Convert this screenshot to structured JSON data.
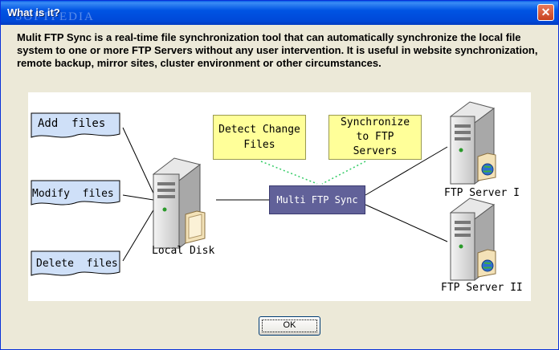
{
  "window": {
    "title": "What is it?",
    "close_glyph": "✕"
  },
  "description": "Mulit FTP Sync is a real-time file synchronization tool that can automatically synchronize the local file system to one or more FTP Servers without any user intervention. It is useful in website synchronization, remote backup, mirror sites, cluster environment or other circumstances.",
  "watermark": "SOFTPEDIA",
  "diagram": {
    "file_actions": [
      "Add  files",
      "Modify  files",
      "Delete  files"
    ],
    "local_disk_label": "Local Disk",
    "detect_change": [
      "Detect Change",
      "Files"
    ],
    "synchronize": [
      "Synchronize",
      "to FTP",
      "Servers"
    ],
    "sync_label": "Multi FTP Sync",
    "ftp_servers": [
      "FTP Server I",
      "FTP Server II"
    ],
    "icons": [
      "server-tower-icon",
      "folder-icon",
      "globe-icon",
      "document-icon"
    ]
  },
  "buttons": {
    "ok_label": "OK"
  },
  "colors": {
    "titlebar": "#0054e3",
    "dialog_bg": "#ece9d8",
    "note_bg": "#ffff99",
    "doc_bg": "#cfe0f8",
    "sync_bg": "#616199",
    "connector": "#000000",
    "dotted": "#33cc66"
  }
}
